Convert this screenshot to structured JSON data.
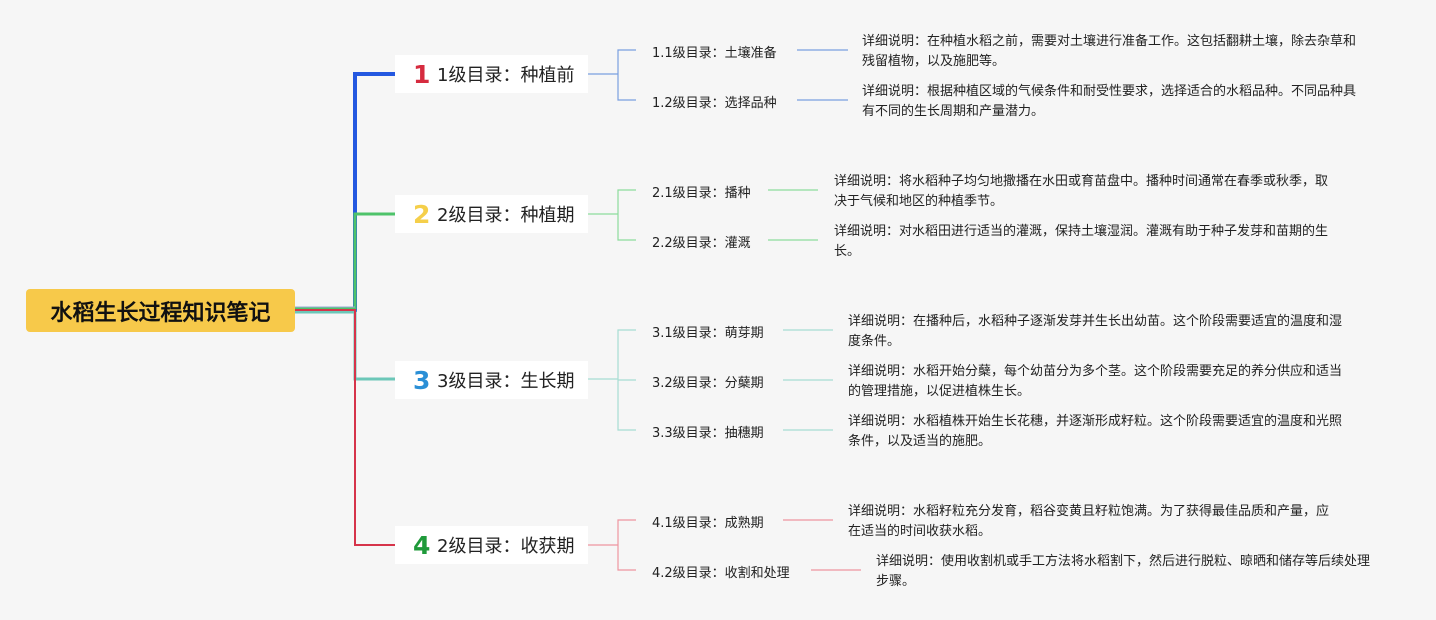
{
  "root": {
    "title": "水稻生长过程知识笔记"
  },
  "colors": {
    "blue": "#2458e0",
    "green": "#4ec36a",
    "teal": "#6cc7b8",
    "red": "#d6344a",
    "rootBg": "#f7c94a"
  },
  "sections": [
    {
      "num": "1",
      "numColor": "#d62b3f",
      "label": "1级目录：种植前",
      "items": [
        {
          "label": "1.1级目录：土壤准备",
          "desc": "详细说明：在种植水稻之前，需要对土壤进行准备工作。这包括翻耕土壤，除去杂草和残留植物，以及施肥等。"
        },
        {
          "label": "1.2级目录：选择品种",
          "desc": "详细说明：根据种植区域的气候条件和耐受性要求，选择适合的水稻品种。不同品种具有不同的生长周期和产量潜力。"
        }
      ]
    },
    {
      "num": "2",
      "numColor": "#f5cf4a",
      "label": "2级目录：种植期",
      "items": [
        {
          "label": "2.1级目录：播种",
          "desc": "详细说明：将水稻种子均匀地撒播在水田或育苗盘中。播种时间通常在春季或秋季，取决于气候和地区的种植季节。"
        },
        {
          "label": "2.2级目录：灌溉",
          "desc": "详细说明：对水稻田进行适当的灌溉，保持土壤湿润。灌溉有助于种子发芽和苗期的生长。"
        }
      ]
    },
    {
      "num": "3",
      "numColor": "#2a8fd6",
      "label": "3级目录：生长期",
      "items": [
        {
          "label": "3.1级目录：萌芽期",
          "desc": "详细说明：在播种后，水稻种子逐渐发芽并生长出幼苗。这个阶段需要适宜的温度和湿度条件。"
        },
        {
          "label": "3.2级目录：分蘖期",
          "desc": "详细说明：水稻开始分蘖，每个幼苗分为多个茎。这个阶段需要充足的养分供应和适当的管理措施，以促进植株生长。"
        },
        {
          "label": "3.3级目录：抽穗期",
          "desc": "详细说明：水稻植株开始生长花穗，并逐渐形成籽粒。这个阶段需要适宜的温度和光照条件，以及适当的施肥。"
        }
      ]
    },
    {
      "num": "4",
      "numColor": "#1f9a3a",
      "label": "2级目录：收获期",
      "items": [
        {
          "label": "4.1级目录：成熟期",
          "desc": "详细说明：水稻籽粒充分发育，稻谷变黄且籽粒饱满。为了获得最佳品质和产量，应在适当的时间收获水稻。"
        },
        {
          "label": "4.2级目录：收割和处理",
          "desc": "详细说明：使用收割机或手工方法将水稻割下，然后进行脱粒、晾晒和储存等后续处理步骤。"
        }
      ]
    }
  ]
}
